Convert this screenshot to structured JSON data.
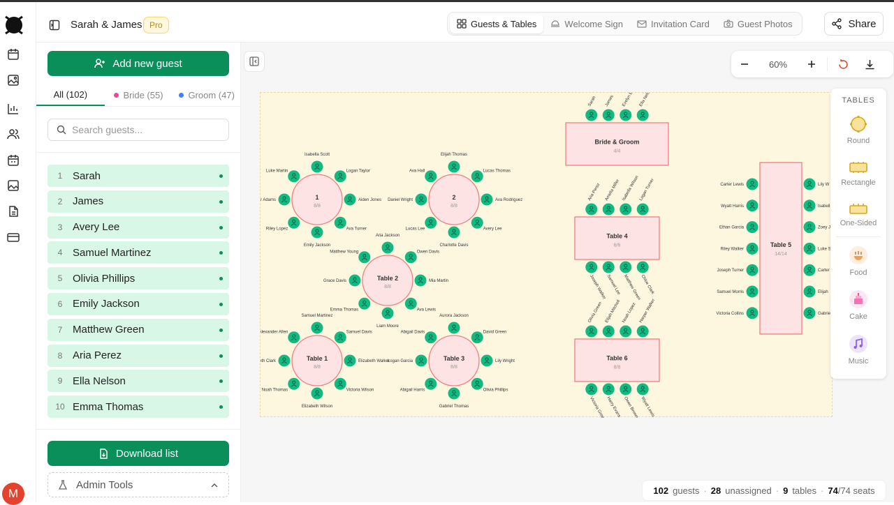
{
  "project": {
    "title": "Sarah & James",
    "badge": "Pro"
  },
  "nav_tabs": [
    {
      "label": "Guests & Tables",
      "icon": "grid-icon",
      "active": true
    },
    {
      "label": "Welcome Sign",
      "icon": "sign-icon"
    },
    {
      "label": "Invitation Card",
      "icon": "mail-icon"
    },
    {
      "label": "Guest Photos",
      "icon": "camera-icon"
    }
  ],
  "share_label": "Share",
  "avatar_initial": "M",
  "panel": {
    "add_guest": "Add new guest",
    "filters": [
      {
        "label": "All (102)",
        "active": true
      },
      {
        "label": "Bride (55)",
        "color": "#ec4899"
      },
      {
        "label": "Groom (47)",
        "color": "#3b82f6"
      }
    ],
    "search_placeholder": "Search guests...",
    "guests": [
      {
        "num": "1",
        "name": "Sarah"
      },
      {
        "num": "2",
        "name": "James"
      },
      {
        "num": "3",
        "name": "Avery Lee"
      },
      {
        "num": "4",
        "name": "Samuel Martinez"
      },
      {
        "num": "5",
        "name": "Olivia Phillips"
      },
      {
        "num": "6",
        "name": "Emily Jackson"
      },
      {
        "num": "7",
        "name": "Matthew Green"
      },
      {
        "num": "8",
        "name": "Aria Perez"
      },
      {
        "num": "9",
        "name": "Ella Nelson"
      },
      {
        "num": "10",
        "name": "Emma Thomas"
      }
    ],
    "download": "Download list",
    "admin": "Admin Tools"
  },
  "zoom": {
    "level": "60%"
  },
  "toolbox": {
    "title": "TABLES",
    "items": [
      "Round",
      "Rectangle",
      "One-Sided",
      "Food",
      "Cake",
      "Music"
    ]
  },
  "status": {
    "guests": "102",
    "guests_label": "guests",
    "unassigned": "28",
    "unassigned_label": "unassigned",
    "tables": "9",
    "tables_label": "tables",
    "seats": "74",
    "seats_total": "/74 seats"
  },
  "colors": {
    "primary": "#0a8f5b",
    "seat": "#12b981",
    "table_fill": "#fde3e3",
    "table_stroke": "#ef7f7f",
    "floor": "#fdf7e0"
  },
  "tables": [
    {
      "name": "1",
      "count": "8/8",
      "shape": "round",
      "guests": [
        "Isabella Scott",
        "Logan Taylor",
        "Aiden Jones",
        "Ava Turner",
        "Emily Jackson",
        "Riley Lopez",
        "Harper Adams",
        "Luke Martin"
      ]
    },
    {
      "name": "2",
      "count": "8/8",
      "shape": "round",
      "guests": [
        "Elijah Thomas",
        "Lucas Thomas",
        "Ava Rodriguez",
        "Avery Lee",
        "Charlotte Davis",
        "Lucas Lee",
        "Daniel Wright",
        "Ava Hall"
      ]
    },
    {
      "name": "Table 2",
      "count": "8/8",
      "shape": "round",
      "guests": [
        "Aria Jackson",
        "Owen Davis",
        "Mia Martin",
        "Ava Lewis",
        "Liam Moore",
        "Emma Thomas",
        "Grace Davis",
        "Matthew Young"
      ]
    },
    {
      "name": "Table 1",
      "count": "8/8",
      "shape": "round",
      "guests": [
        "Samuel Martinez",
        "Samuel Davis",
        "Elizabeth Walker",
        "Victoria Wilson",
        "Elizabeth Wilson",
        "Noah Thomas",
        "Elizabeth Clark",
        "Alexander Allen"
      ]
    },
    {
      "name": "Table 3",
      "count": "8/8",
      "shape": "round",
      "guests": [
        "Aurora Jackson",
        "David Green",
        "Lily Wright",
        "Olivia Phillips",
        "Gabriel Thomas",
        "Abigail Harris",
        "Logan Garcia",
        "Abigail Davis"
      ]
    },
    {
      "name": "Bride & Groom",
      "count": "4/4",
      "shape": "rect",
      "top": [
        "Sarah",
        "James",
        "Evelyn Evans",
        "Ella Nelson"
      ],
      "bottom": []
    },
    {
      "name": "Table 4",
      "count": "6/6",
      "shape": "rect",
      "top": [
        "Aria Perez",
        "Amelia Miller",
        "Isabella Wilson",
        "Logan Turner"
      ],
      "bottom": [
        "Joseph Walker",
        "Samuel Lee",
        "Matthew Green",
        "Chloe Clark"
      ]
    },
    {
      "name": "Table 6",
      "count": "8/8",
      "shape": "rect",
      "top": [
        "Olivia Green",
        "Elijah Mitchell",
        "Noah Lopez",
        "Harper Walker"
      ],
      "bottom": [
        "Victoria Green",
        "Harry Evans",
        "Owen Brown",
        "Wyatt Lewis"
      ]
    },
    {
      "name": "Table 5",
      "count": "14/14",
      "shape": "vrect",
      "left": [
        "Carter Lewis",
        "Wyatt Harris",
        "Ethan Garcia",
        "Riley Walker",
        "Joseph Turner",
        "Samuel Morris",
        "Victoria Collins"
      ],
      "right": [
        "Lily W",
        "Isabell",
        "Zoey J",
        "Luke S",
        "Carter",
        "Elijah",
        "Gabriel"
      ]
    }
  ]
}
